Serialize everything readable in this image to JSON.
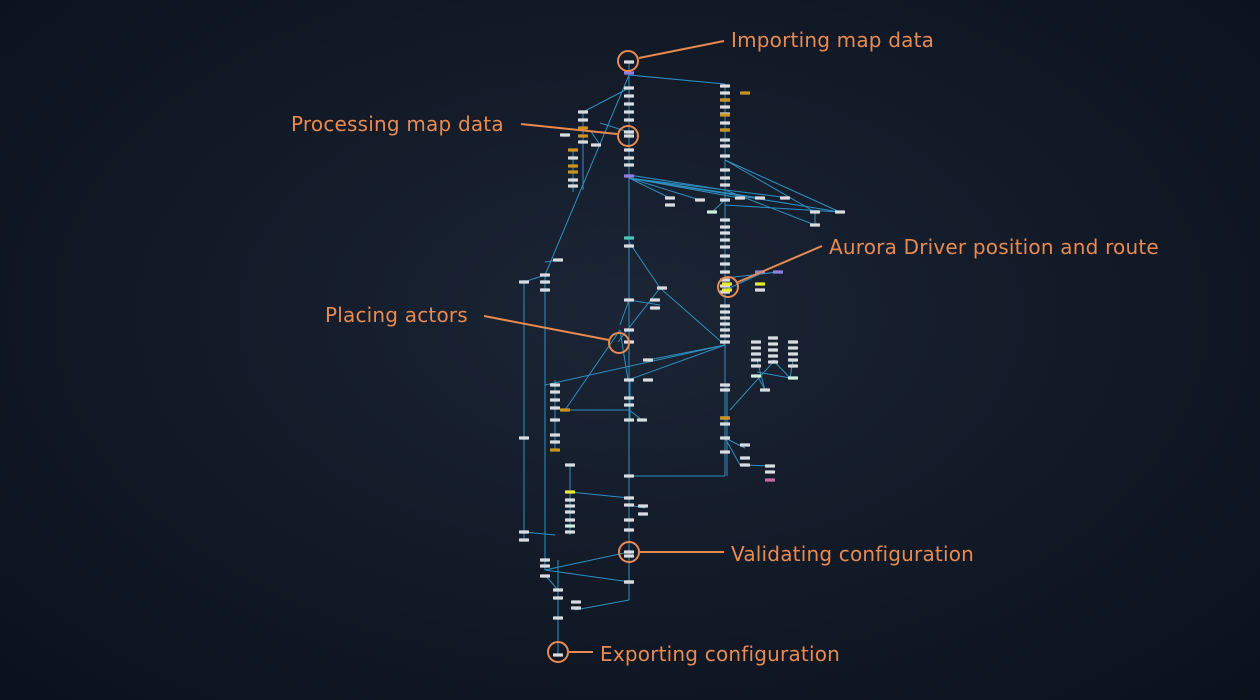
{
  "annotations": {
    "importing": "Importing map data",
    "processing": "Processing map data",
    "aurora": "Aurora Driver position and route",
    "placing": "Placing actors",
    "validating": "Validating configuration",
    "exporting": "Exporting configuration"
  },
  "colors": {
    "edge": "#2e8fc0",
    "node": "#d9dde2",
    "highlight": "#e98a50",
    "gold": "#c9951f",
    "yellow": "#e9ea2a",
    "purple": "#8f7fe0",
    "pink": "#c56aa0",
    "teal": "#4fc7b8",
    "mint": "#cfeedd"
  }
}
